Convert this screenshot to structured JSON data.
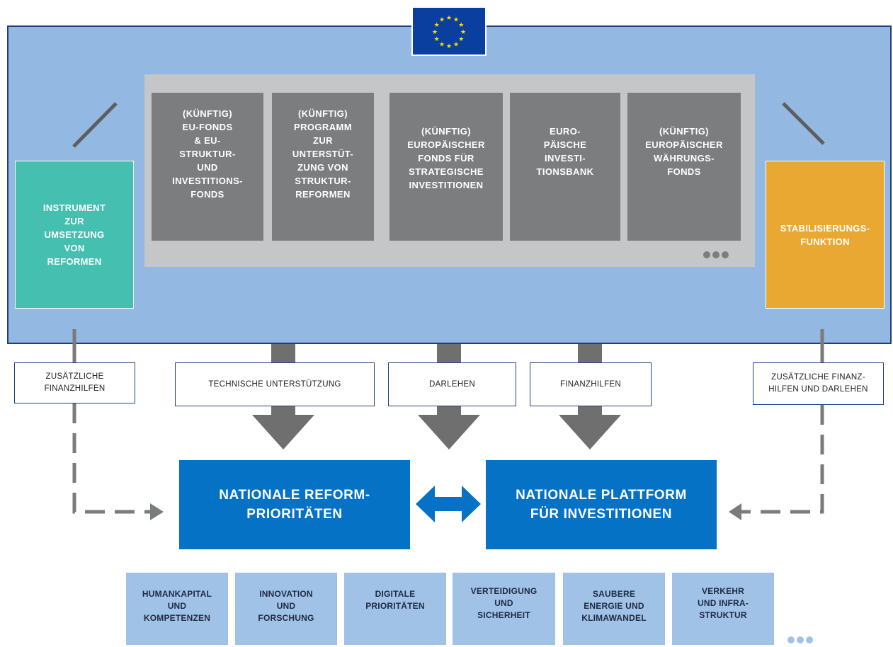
{
  "colors": {
    "panel_bg": "#93b8e2",
    "panel_border": "#1f3f82",
    "fund_box": "#7c7d7f",
    "fund_container": "#c5c6c8",
    "reform_instrument": "#45bfb0",
    "stabilisation": "#e9a832",
    "national_box": "#0572c6",
    "priority_box": "#9fc2e6",
    "arrow_gray": "#6f6f70"
  },
  "icons": {
    "eu_flag": "eu-flag-icon",
    "more_dots": "ellipsis-icon",
    "double_arrow": "double-arrow-icon"
  },
  "funds": [
    {
      "text": "(KÜNFTIG)\nEU-FONDS\n& EU-\nSTRUKTUR-\nUND\nINVESTITIONS-\nFONDS"
    },
    {
      "text": "(KÜNFTIG)\nPROGRAMM\nZUR\nUNTERSTÜT-\nZUNG VON\nSTRUKTUR-\nREFORMEN"
    },
    {
      "text": "(KÜNFTIG)\nEUROPÄISCHER\nFONDS FÜR\nSTRATEGISCHE\nINVESTITIONEN"
    },
    {
      "text": "EURO-\nPÄISCHE\nINVESTI-\nTIONSBANK"
    },
    {
      "text": "(KÜNFTIG)\nEUROPÄISCHER\nWÄHRUNGS-\nFONDS"
    }
  ],
  "left_instrument": "INSTRUMENT\nZUR\nUMSETZUNG\nVON\nREFORMEN",
  "right_instrument": "STABILISIERUNGS-\nFUNKTION",
  "labels": {
    "left": "ZUSÄTZLICHE\nFINANZHILFEN",
    "technical": "TECHNISCHE UNTERSTÜTZUNG",
    "loans": "DARLEHEN",
    "grants": "FINANZHILFEN",
    "right": "ZUSÄTZLICHE FINANZ-\nHILFEN UND DARLEHEN"
  },
  "national": {
    "reform": "NATIONALE REFORM-\nPRIORITÄTEN",
    "investment": "NATIONALE PLATTFORM\nFÜR INVESTITIONEN"
  },
  "priorities": [
    {
      "text": "HUMANKAPITAL\nUND\nKOMPETENZEN"
    },
    {
      "text": "INNOVATION\nUND\nFORSCHUNG"
    },
    {
      "text": "DIGITALE\nPRIORITÄTEN"
    },
    {
      "text": "VERTEIDIGUNG\nUND\nSICHERHEIT"
    },
    {
      "text": "SAUBERE\nENERGIE UND\nKLIMAWANDEL"
    },
    {
      "text": "VERKEHR\nUND INFRA-\nSTRUKTUR"
    }
  ]
}
